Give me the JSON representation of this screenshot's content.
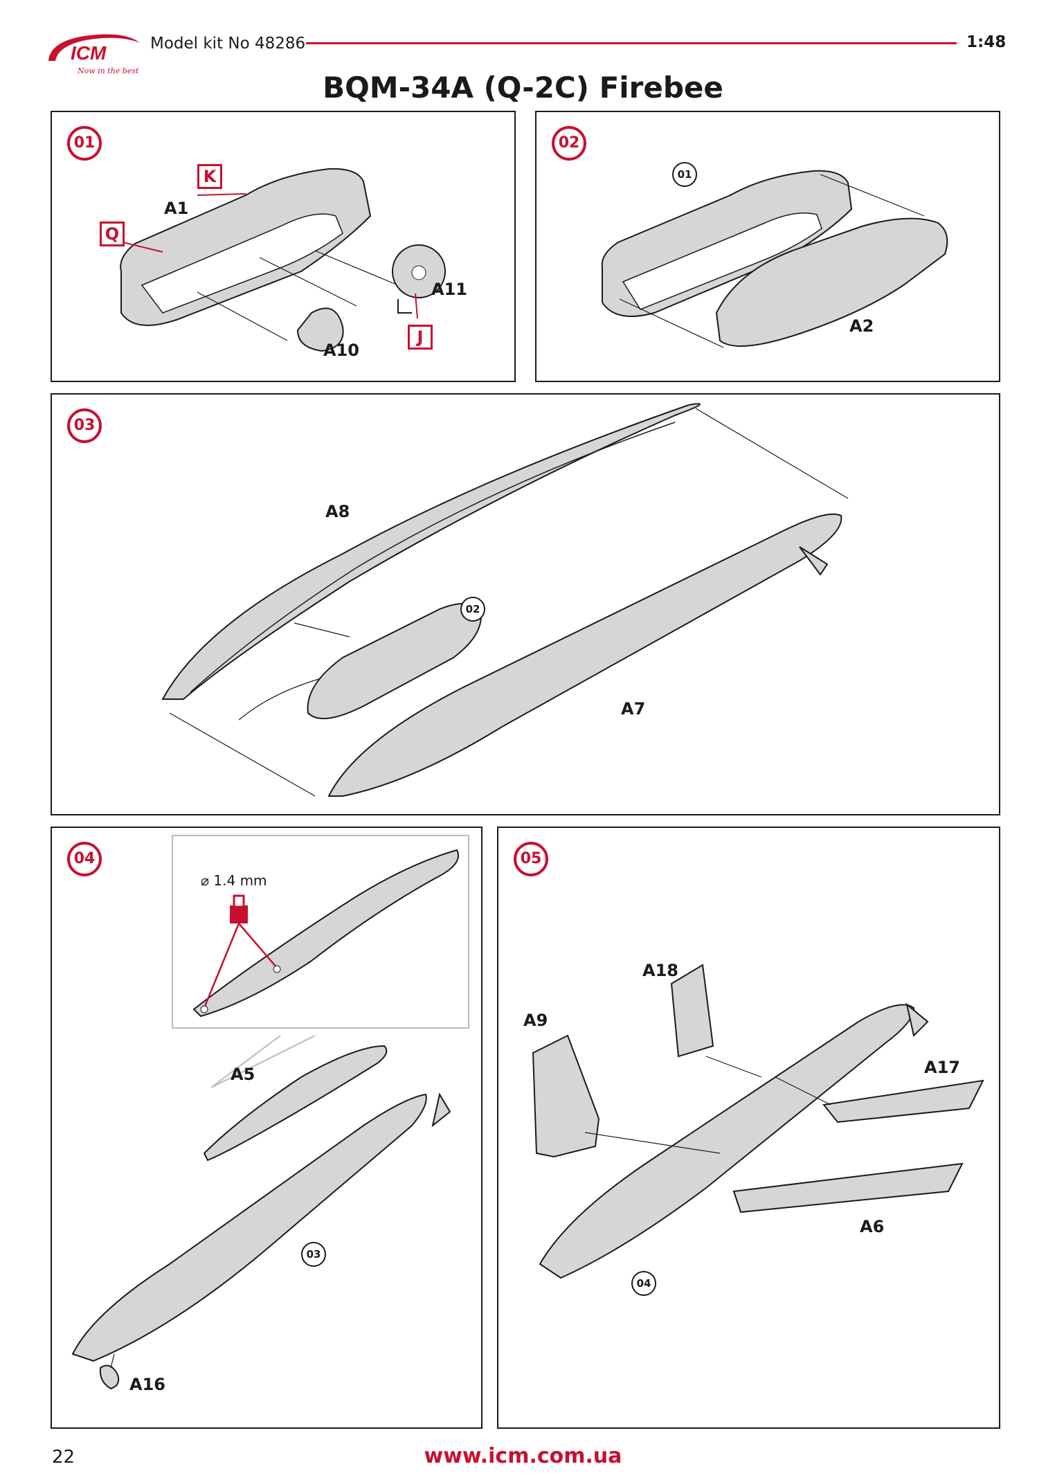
{
  "header": {
    "logo_text": "ICM",
    "logo_tagline": "Now in the best",
    "kit_label": "Model kit No 48286",
    "scale": "1:48"
  },
  "title": "BQM-34A (Q-2C) Firebee",
  "steps": [
    {
      "number": "01",
      "labels": [
        "A1",
        "A11",
        "A10"
      ],
      "paint_codes": [
        "K",
        "Q",
        "J"
      ]
    },
    {
      "number": "02",
      "labels": [
        "A2"
      ],
      "refs": [
        "01"
      ]
    },
    {
      "number": "03",
      "labels": [
        "A8",
        "A7"
      ],
      "refs": [
        "02"
      ]
    },
    {
      "number": "04",
      "labels": [
        "A5",
        "A16"
      ],
      "refs": [
        "03"
      ],
      "drill_note": "⌀ 1.4 mm"
    },
    {
      "number": "05",
      "labels": [
        "A18",
        "A9",
        "A17",
        "A6"
      ],
      "refs": [
        "04"
      ]
    }
  ],
  "footer": {
    "page_number": "22",
    "website": "www.icm.com.ua"
  },
  "colors": {
    "accent": "#c8102e",
    "part_fill": "#d6d6d6",
    "outline": "#1a1a1a"
  }
}
